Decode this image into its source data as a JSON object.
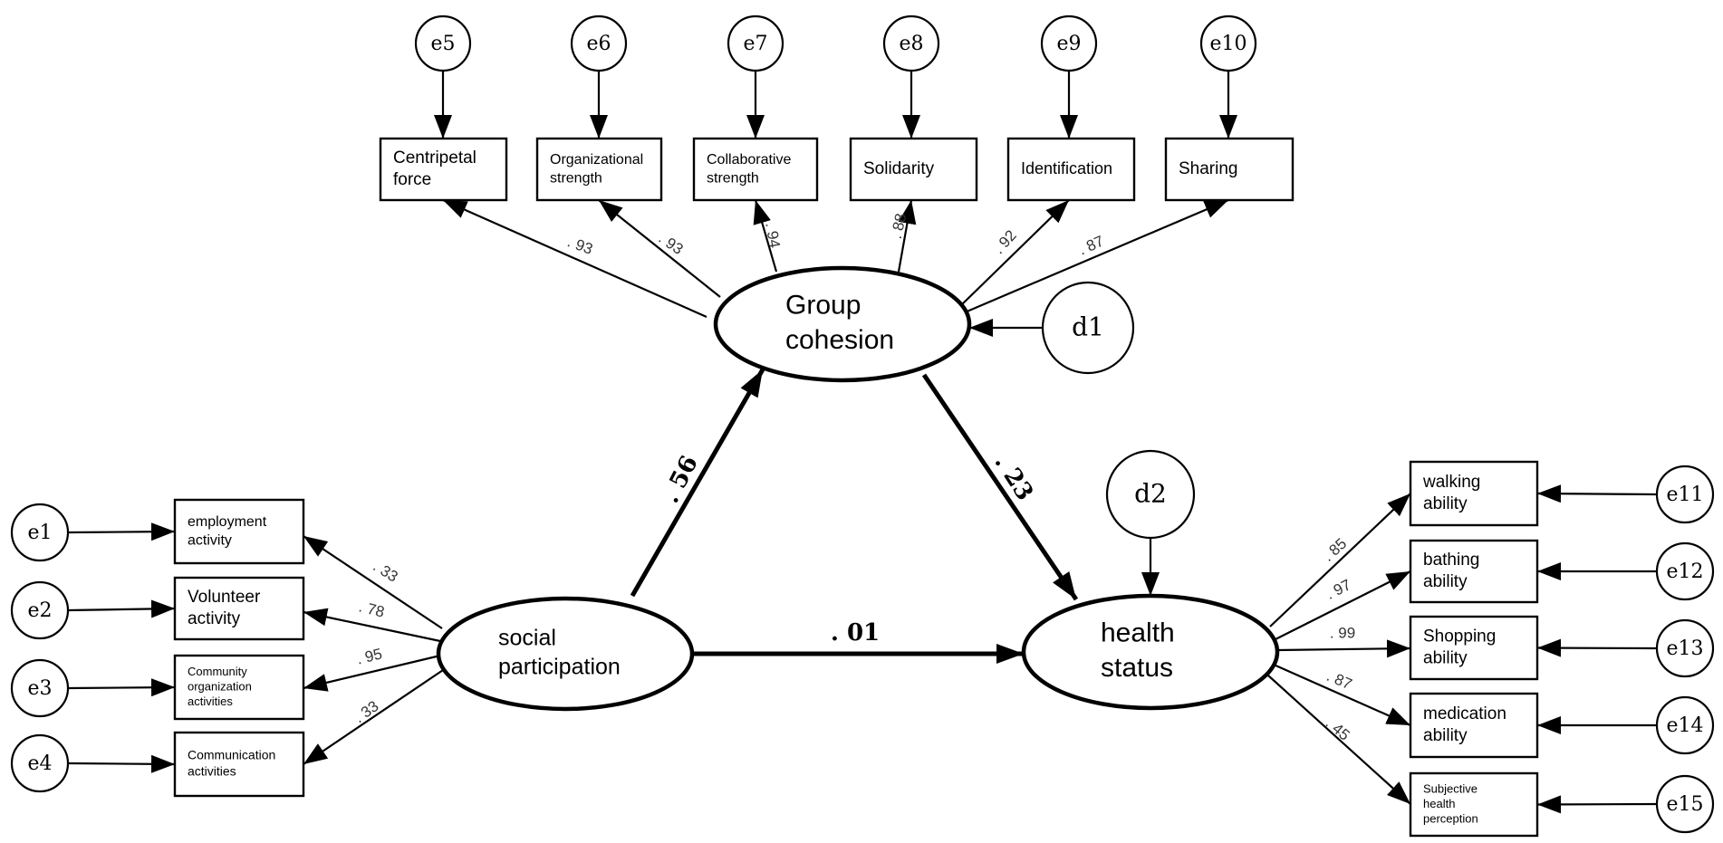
{
  "latents": {
    "group_cohesion": [
      "Group",
      "cohesion"
    ],
    "social_participation": [
      "social",
      "participation"
    ],
    "health_status": [
      "health",
      "status"
    ]
  },
  "disturbances": {
    "d1": "d1",
    "d2": "d2"
  },
  "cohesion_indicators": [
    {
      "err": "e5",
      "lines": [
        "Centripetal",
        "force"
      ],
      "loading": ". 93"
    },
    {
      "err": "e6",
      "lines": [
        "Organizational",
        "strength"
      ],
      "loading": ". 93"
    },
    {
      "err": "e7",
      "lines": [
        "Collaborative",
        "strength"
      ],
      "loading": ". 94"
    },
    {
      "err": "e8",
      "lines": [
        "Solidarity"
      ],
      "loading": ". 88"
    },
    {
      "err": "e9",
      "lines": [
        "Identification"
      ],
      "loading": ". 92"
    },
    {
      "err": "e10",
      "lines": [
        "Sharing"
      ],
      "loading": ". 87"
    }
  ],
  "participation_indicators": [
    {
      "err": "e1",
      "lines": [
        "employment",
        "activity"
      ],
      "loading": ". 33"
    },
    {
      "err": "e2",
      "lines": [
        "Volunteer",
        "activity"
      ],
      "loading": ". 78"
    },
    {
      "err": "e3",
      "lines": [
        "Community",
        "organization",
        "activities"
      ],
      "loading": ". 95"
    },
    {
      "err": "e4",
      "lines": [
        "Communication",
        "activities"
      ],
      "loading": ". 33"
    }
  ],
  "health_indicators": [
    {
      "err": "e11",
      "lines": [
        "walking",
        "ability"
      ],
      "loading": ". 85"
    },
    {
      "err": "e12",
      "lines": [
        "bathing",
        "ability"
      ],
      "loading": ". 97"
    },
    {
      "err": "e13",
      "lines": [
        "Shopping",
        "ability"
      ],
      "loading": ". 99"
    },
    {
      "err": "e14",
      "lines": [
        "medication",
        "ability"
      ],
      "loading": ". 87"
    },
    {
      "err": "e15",
      "lines": [
        "Subjective",
        "health",
        "perception"
      ],
      "loading": ". 45"
    }
  ],
  "structural_paths": {
    "participation_to_cohesion": ". 56",
    "cohesion_to_health": ". 23",
    "participation_to_health": ". 01"
  },
  "colors": {
    "stroke": "#000000",
    "background": "#ffffff",
    "coefficient_text": "#333333"
  }
}
